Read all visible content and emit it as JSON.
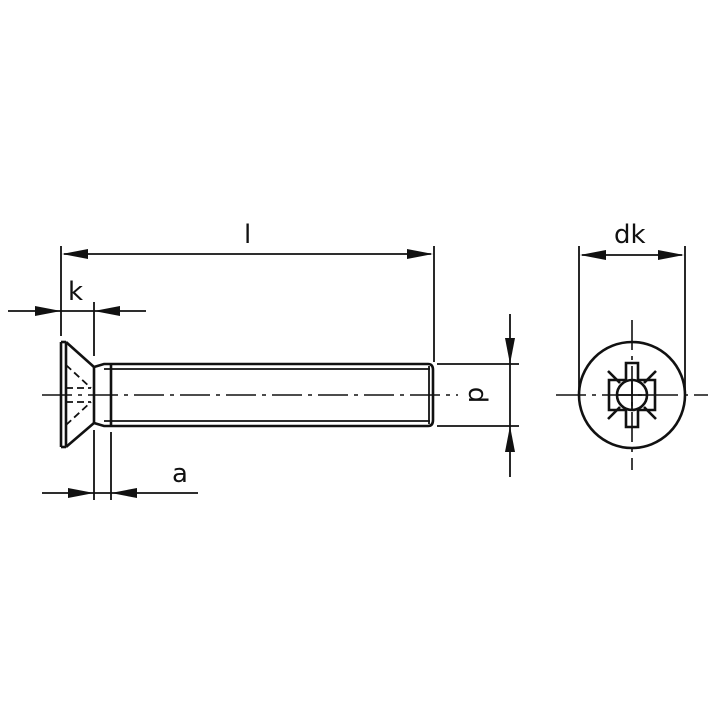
{
  "drawing": {
    "title": "Countersunk head screw with Pozidriv cross recess",
    "views": [
      "side-view",
      "head-end-view"
    ],
    "line_color": "#111111",
    "background": "#ffffff"
  },
  "dimensions": {
    "l": {
      "label": "l",
      "description": "overall length"
    },
    "k": {
      "label": "k",
      "description": "head height"
    },
    "a": {
      "label": "a",
      "description": "thread run-out"
    },
    "d": {
      "label": "d",
      "description": "thread diameter"
    },
    "dk": {
      "label": "dk",
      "description": "head diameter"
    }
  }
}
